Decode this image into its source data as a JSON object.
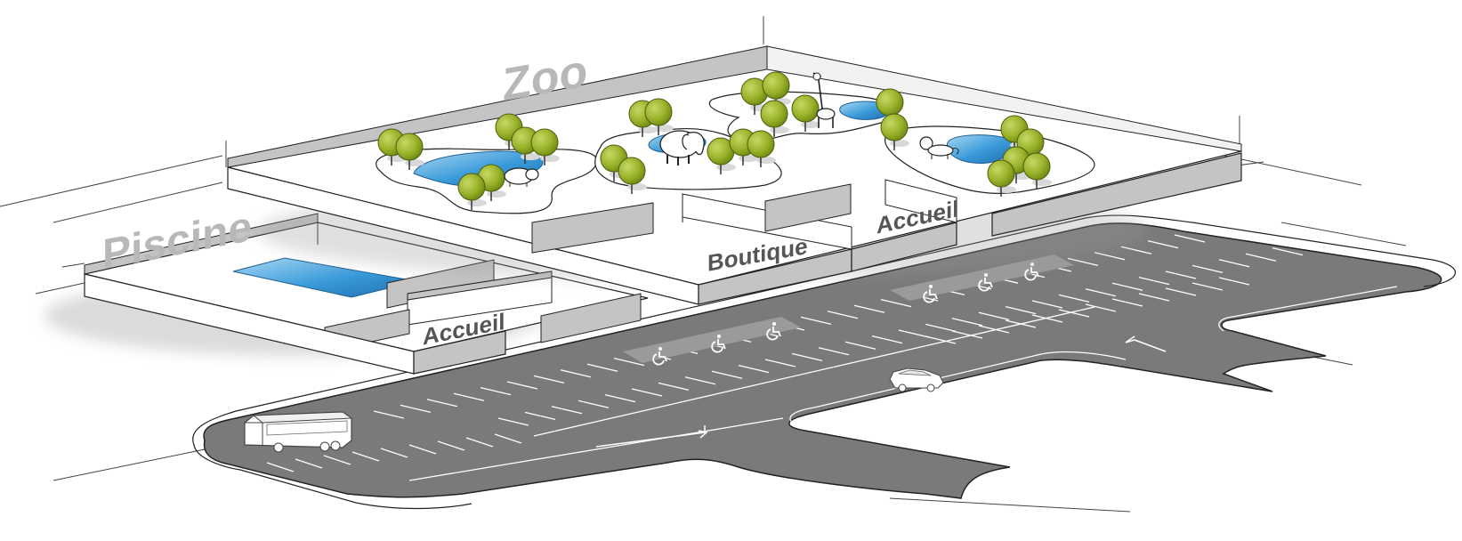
{
  "labels": {
    "zoo": "Zoo",
    "piscine": "Piscine",
    "boutique": "Boutique",
    "accueil_zoo": "Accueil",
    "accueil_piscine": "Accueil"
  },
  "icons": {
    "accessible_parking": "wheelchair-icon",
    "bus": "bus-icon",
    "car": "car-icon",
    "elephant": "elephant-icon",
    "giraffe": "giraffe-icon",
    "hippo": "hippo-icon",
    "lion": "lion-icon",
    "tree": "tree-icon",
    "pond": "pond-icon"
  },
  "colors": {
    "asphalt": "#7a7a7a",
    "wall_top": "#c4c4c4",
    "wall_side": "#ffffff",
    "outline": "#222222",
    "water": "#3a9ad9",
    "water_light": "#a8d8f5",
    "tree": "#9ab22a",
    "tree_dark": "#6e8a12",
    "label": "#b8b8b8",
    "label_dark": "#555555",
    "marking": "#ffffff"
  }
}
